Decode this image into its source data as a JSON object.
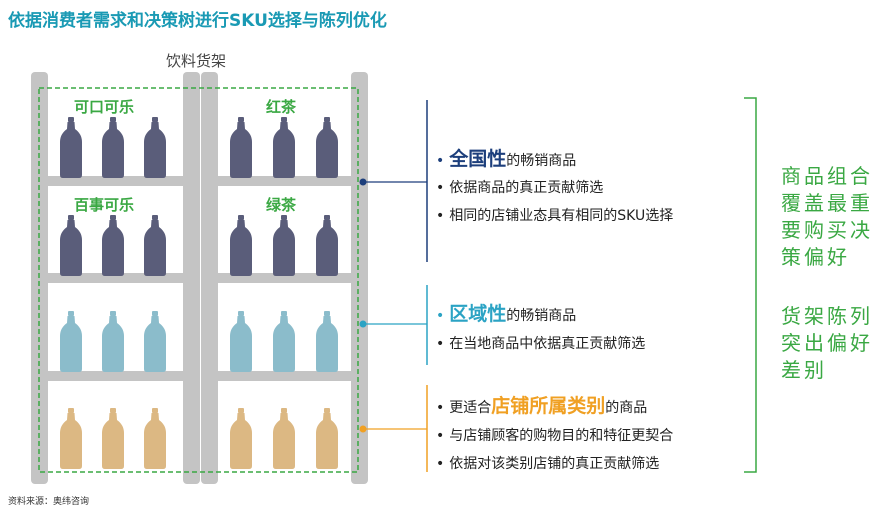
{
  "title": "依据消费者需求和决策树进行SKU选择与陈列优化",
  "shelf_title": "饮料货架",
  "shelf_labels": [
    "可口可乐",
    "红茶",
    "百事可乐",
    "绿茶"
  ],
  "colors": {
    "title": "#1a9ab4",
    "label_green": "#3aa843",
    "bottle_dark": "#5a5d7a",
    "bottle_blue": "#8bbccb",
    "bottle_tan": "#dcb883",
    "line_navy": "#1d3f7c",
    "line_teal": "#2ba3c4",
    "line_orange": "#f0a023",
    "frame_gray": "#c4c4c4"
  },
  "group1": {
    "bullet": "•",
    "highlight": "全国性",
    "suffix": "的畅销商品",
    "items": [
      "依据商品的真正贡献筛选",
      "相同的店铺业态具有相同的SKU选择"
    ]
  },
  "group2": {
    "bullet": "•",
    "highlight": "区域性",
    "suffix": "的畅销商品",
    "items": [
      "在当地商品中依据真正贡献筛选"
    ]
  },
  "group3": {
    "bullet": "•",
    "prefix": "更适合",
    "highlight": "店铺所属类别",
    "suffix": "的商品",
    "items": [
      "与店铺顾客的购物目的和特征更契合",
      "依据对该类别店铺的真正贡献筛选"
    ]
  },
  "right_notes": {
    "note1": [
      "商品组合",
      "覆盖最重",
      "要购买决",
      "策偏好"
    ],
    "note2": [
      "货架陈列",
      "突出偏好",
      "差别"
    ]
  },
  "source": "资料来源：奥纬咨询"
}
